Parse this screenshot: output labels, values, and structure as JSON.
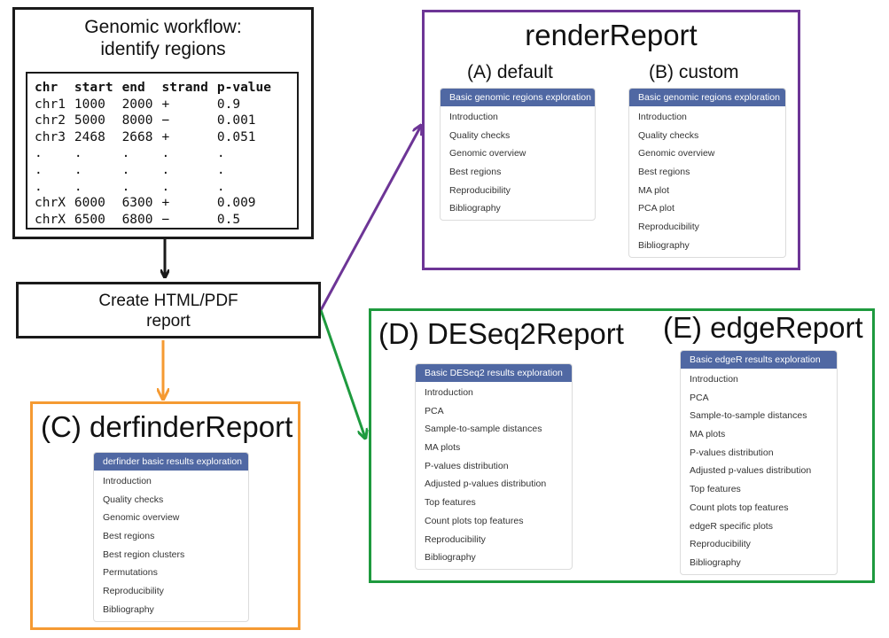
{
  "workflow": {
    "title_line1": "Genomic workflow:",
    "title_line2": "identify regions",
    "table": {
      "headers": [
        "chr",
        "start",
        "end",
        "strand",
        "p-value"
      ],
      "rows": [
        [
          "chr1",
          "1000",
          "2000",
          "+",
          "0.9"
        ],
        [
          "chr2",
          "5000",
          "8000",
          "−",
          "0.001"
        ],
        [
          "chr3",
          "2468",
          "2668",
          "+",
          "0.051"
        ],
        [
          ".",
          ".",
          ".",
          ".",
          "."
        ],
        [
          ".",
          ".",
          ".",
          ".",
          "."
        ],
        [
          ".",
          ".",
          ".",
          ".",
          "."
        ],
        [
          "chrX",
          "6000",
          "6300",
          "+",
          "0.009"
        ],
        [
          "chrX",
          "6500",
          "6800",
          "−",
          "0.5"
        ]
      ]
    }
  },
  "create": {
    "line1": "Create HTML/PDF",
    "line2": "report"
  },
  "render": {
    "title": "renderReport",
    "default": {
      "label": "(A) default",
      "header": "Basic genomic regions exploration",
      "items": [
        "Introduction",
        "Quality checks",
        "Genomic overview",
        "Best regions",
        "Reproducibility",
        "Bibliography"
      ]
    },
    "custom": {
      "label": "(B) custom",
      "header": "Basic genomic regions exploration",
      "items": [
        "Introduction",
        "Quality checks",
        "Genomic overview",
        "Best regions",
        "MA plot",
        "PCA plot",
        "Reproducibility",
        "Bibliography"
      ]
    }
  },
  "derfinder": {
    "title": "(C) derfinderReport",
    "header": "derfinder basic results exploration",
    "items": [
      "Introduction",
      "Quality checks",
      "Genomic overview",
      "Best regions",
      "Best region clusters",
      "Permutations",
      "Reproducibility",
      "Bibliography"
    ]
  },
  "deseq2": {
    "title": "(D) DESeq2Report",
    "header": "Basic DESeq2 results exploration",
    "items": [
      "Introduction",
      "PCA",
      "Sample-to-sample distances",
      "MA plots",
      "P-values distribution",
      "Adjusted p-values distribution",
      "Top features",
      "Count plots top features",
      "Reproducibility",
      "Bibliography"
    ]
  },
  "edge": {
    "title": "(E) edgeReport",
    "header": "Basic edgeR results exploration",
    "items": [
      "Introduction",
      "PCA",
      "Sample-to-sample distances",
      "MA plots",
      "P-values distribution",
      "Adjusted p-values distribution",
      "Top features",
      "Count plots top features",
      "edgeR specific plots",
      "Reproducibility",
      "Bibliography"
    ]
  },
  "colors": {
    "purple": "#6d3596",
    "orange": "#f59a32",
    "green": "#1e9a3e",
    "black": "#1a1a1a",
    "menu_header": "#5068a3"
  }
}
